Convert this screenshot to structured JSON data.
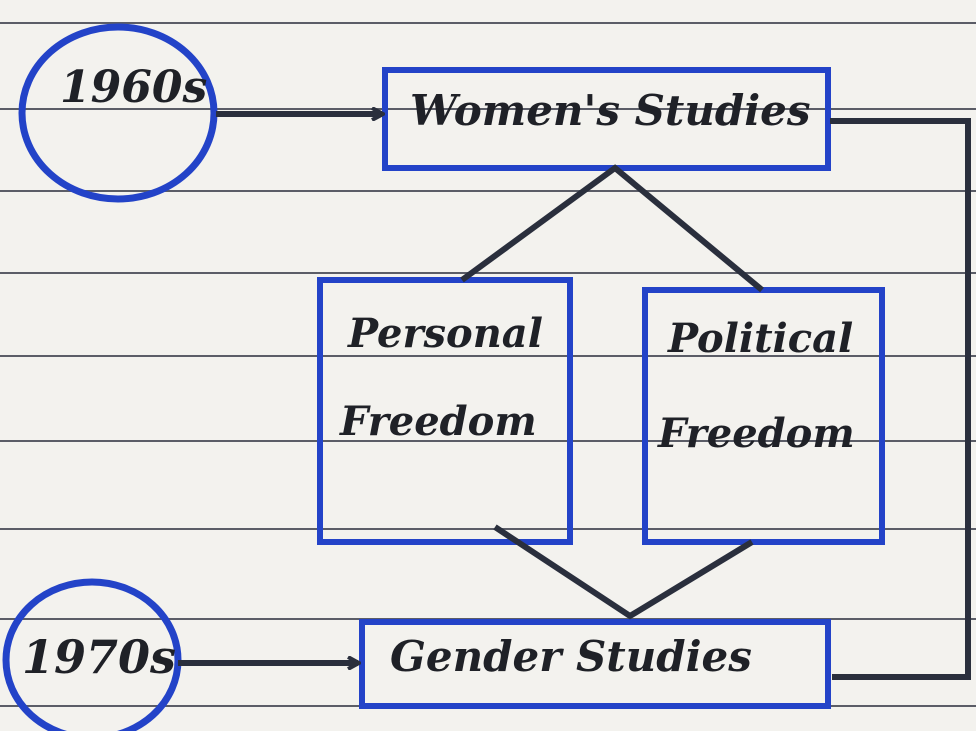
{
  "diagram": {
    "circles": {
      "top": "1960s",
      "bottom": "1970s"
    },
    "boxes": {
      "womens": "Women's Studies",
      "personal_line1": "Personal",
      "personal_line2": "Freedom",
      "political_line1": "Political",
      "political_line2": "Freedom",
      "gender": "Gender Studies"
    },
    "colors": {
      "ink_blue": "#2343c8",
      "ink_dark": "#2a2f3d",
      "paper": "#f3f2ee"
    }
  }
}
